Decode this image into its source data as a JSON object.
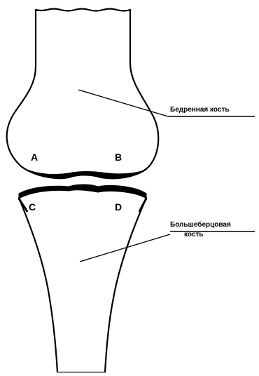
{
  "labels": {
    "femur": "Бедренная кость",
    "tibia_line1": "Большеберцовая",
    "tibia_line2": "кость",
    "point_a": "A",
    "point_b": "B",
    "point_c": "C",
    "point_d": "D"
  },
  "colors": {
    "ink": "#000000",
    "background": "#ffffff"
  }
}
